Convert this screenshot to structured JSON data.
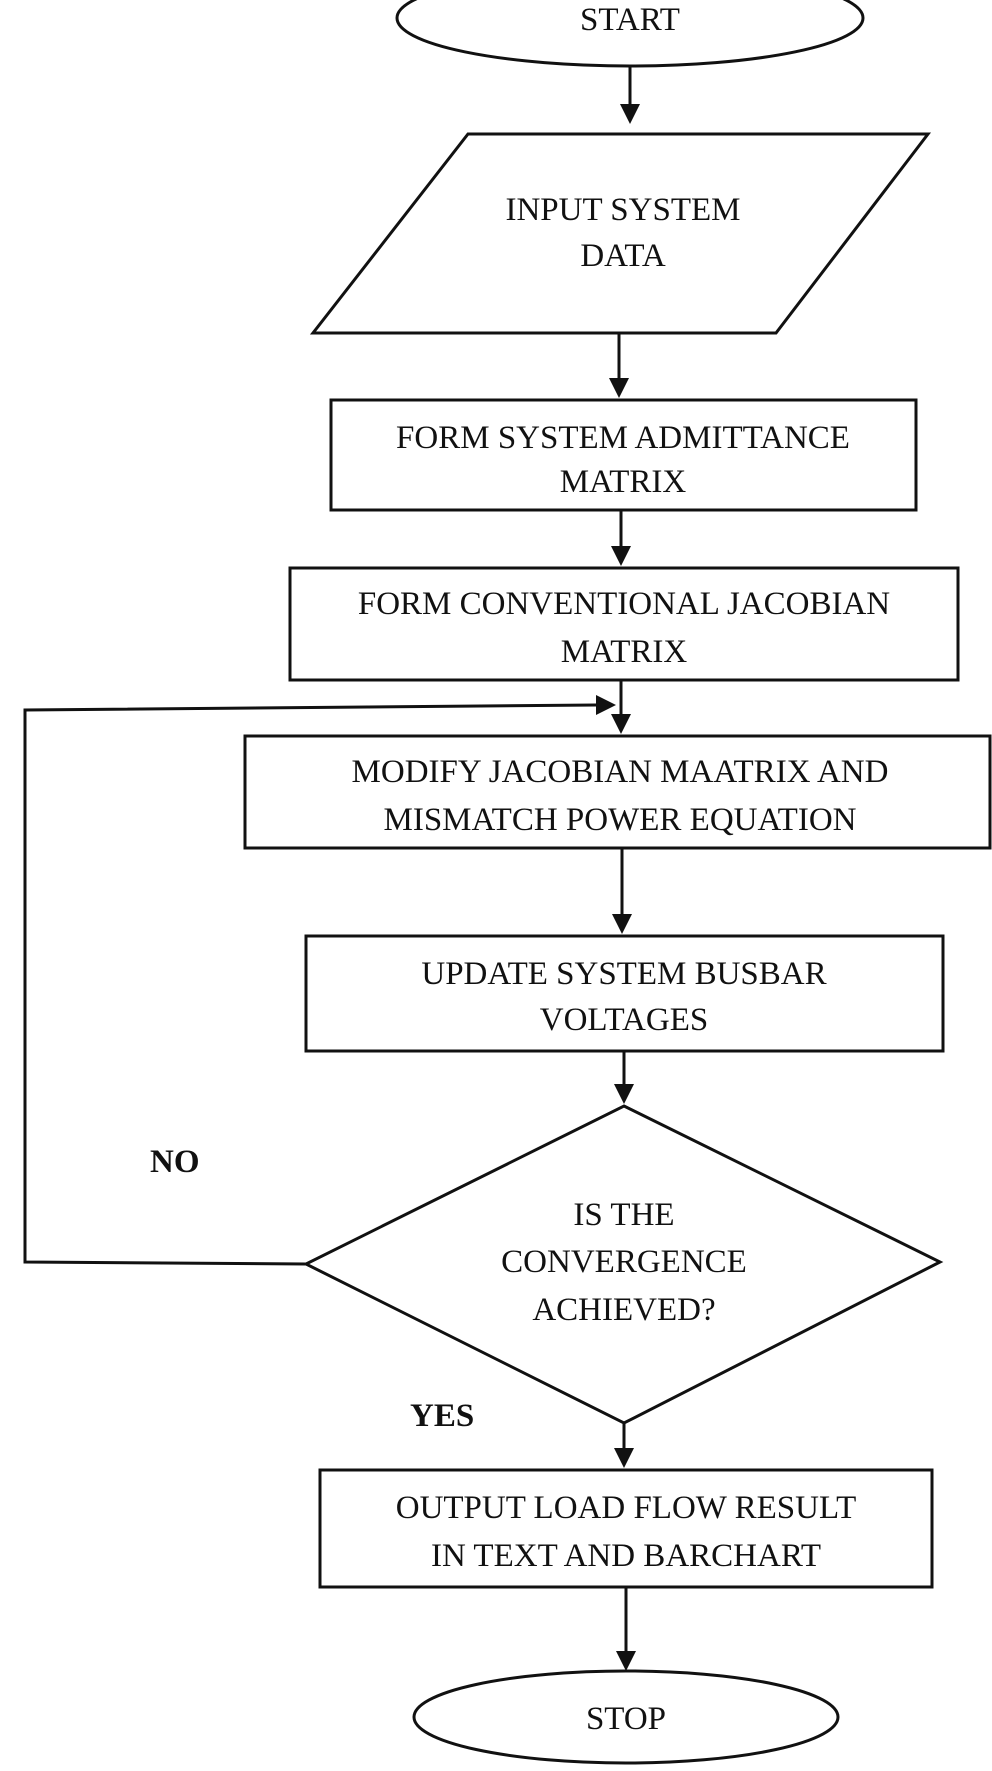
{
  "nodes": {
    "start": {
      "text": "START"
    },
    "input": {
      "line1": "INPUT SYSTEM",
      "line2": "DATA"
    },
    "admittance": {
      "line1": "FORM SYSTEM ADMITTANCE",
      "line2": "MATRIX"
    },
    "jacobian": {
      "line1": "FORM CONVENTIONAL JACOBIAN",
      "line2": "MATRIX"
    },
    "modify": {
      "line1": "MODIFY JACOBIAN MAATRIX AND",
      "line2": "MISMATCH POWER EQUATION"
    },
    "update": {
      "line1": "UPDATE SYSTEM BUSBAR",
      "line2": "VOLTAGES"
    },
    "decision": {
      "line1": "IS THE",
      "line2": "CONVERGENCE",
      "line3": "ACHIEVED?"
    },
    "output": {
      "line1": "OUTPUT LOAD FLOW RESULT",
      "line2": "IN TEXT AND BARCHART"
    },
    "stop": {
      "text": "STOP"
    }
  },
  "edge_labels": {
    "no": "NO",
    "yes": "YES"
  },
  "colors": {
    "stroke": "#111111",
    "fill": "#ffffff",
    "text": "#111111"
  }
}
